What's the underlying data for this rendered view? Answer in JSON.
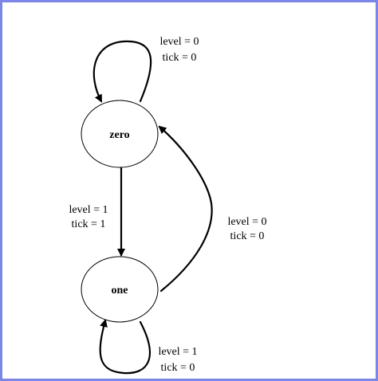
{
  "states": {
    "zero": {
      "label": "zero"
    },
    "one": {
      "label": "one"
    }
  },
  "transitions": {
    "zero_self": {
      "line1": "level = 0",
      "line2": "tick = 0"
    },
    "zero_to_one": {
      "line1": "level = 1",
      "line2": "tick = 1"
    },
    "one_to_zero": {
      "line1": "level = 0",
      "line2": "tick = 0"
    },
    "one_self": {
      "line1": "level = 1",
      "line2": "tick = 0"
    }
  },
  "colors": {
    "frame": "#7b86e6",
    "stroke": "#000000",
    "background": "#ffffff"
  }
}
